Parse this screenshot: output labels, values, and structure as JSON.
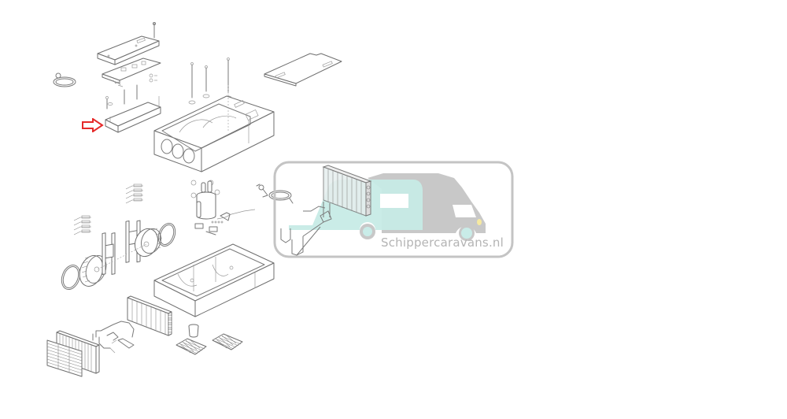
{
  "diagram": {
    "type": "exploded-parts-view",
    "subject": "air conditioning unit",
    "background": "#ffffff",
    "line_color": "#7a7a7a",
    "parts": [
      {
        "id": "control-cover",
        "label": ""
      },
      {
        "id": "control-board",
        "label": ""
      },
      {
        "id": "control-housing",
        "label": ""
      },
      {
        "id": "power-cable",
        "label": ""
      },
      {
        "id": "top-cover-screws",
        "label": ""
      },
      {
        "id": "upper-housing",
        "label": ""
      },
      {
        "id": "service-panel",
        "label": ""
      },
      {
        "id": "warning-labels",
        "label": ""
      },
      {
        "id": "fan-left",
        "label": ""
      },
      {
        "id": "fan-right",
        "label": ""
      },
      {
        "id": "motor-brackets",
        "label": ""
      },
      {
        "id": "compressor",
        "label": ""
      },
      {
        "id": "sensor-cable",
        "label": ""
      },
      {
        "id": "base-tray",
        "label": ""
      },
      {
        "id": "condenser",
        "label": ""
      },
      {
        "id": "evaporator-pipes",
        "label": ""
      },
      {
        "id": "filter",
        "label": ""
      },
      {
        "id": "front-grille",
        "label": ""
      },
      {
        "id": "drain-cup",
        "label": ""
      },
      {
        "id": "mesh-filter-left",
        "label": ""
      },
      {
        "id": "mesh-filter-right",
        "label": ""
      }
    ],
    "highlight": {
      "shape": "arrow",
      "direction": "right",
      "color": "#e52a2a",
      "points_to": "control-housing"
    }
  },
  "watermark": {
    "text": "Schippercaravans.nl",
    "frame_color": "#c4c4c4",
    "vehicle_color": "#c8c8c8",
    "caravan_color": "#c7ebe6",
    "headlight_color": "#f6e9a0",
    "wheel_color": "#c9ece8"
  }
}
